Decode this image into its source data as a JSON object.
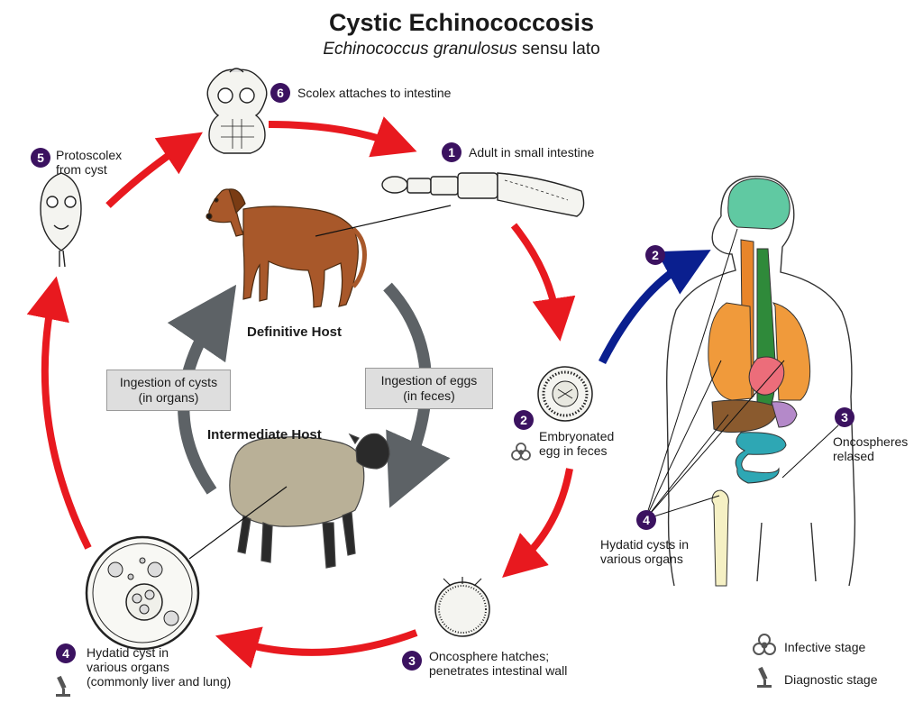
{
  "header": {
    "title": "Cystic Echinococcosis",
    "subtitle_italic": "Echinococcus granulosus",
    "subtitle_rest": " sensu lato"
  },
  "stages": [
    {
      "num": "1",
      "label": "Adult in small intestine"
    },
    {
      "num": "2",
      "label": "Embryonated\negg in feces"
    },
    {
      "num": "3",
      "label": "Oncosphere hatches;\npenetrates intestinal wall"
    },
    {
      "num": "4",
      "label": "Hydatid cyst in\nvarious organs\n(commonly liver and lung)"
    },
    {
      "num": "5",
      "label": "Protoscolex\nfrom cyst"
    },
    {
      "num": "6",
      "label": "Scolex attaches to intestine"
    }
  ],
  "human": {
    "ingestion_num": "2",
    "oncospheres_num": "3",
    "oncospheres_label": "Oncospheres\nrelased",
    "cysts_num": "4",
    "cysts_label": "Hydatid cysts in\nvarious organs"
  },
  "hosts": {
    "definitive": "Definitive Host",
    "intermediate": "Intermediate Host"
  },
  "transmission": {
    "cysts": "Ingestion of cysts\n(in organs)",
    "eggs": "Ingestion of eggs\n(in feces)"
  },
  "legend": {
    "infective": "Infective stage",
    "diagnostic": "Diagnostic stage",
    "infective_icon": "biohazard-icon",
    "diagnostic_icon": "microscope-icon"
  },
  "colors": {
    "cycle_arrow": "#e8191f",
    "human_arrow": "#0a1f8f",
    "host_arrow": "#5d6266",
    "badge": "#3b1260"
  }
}
